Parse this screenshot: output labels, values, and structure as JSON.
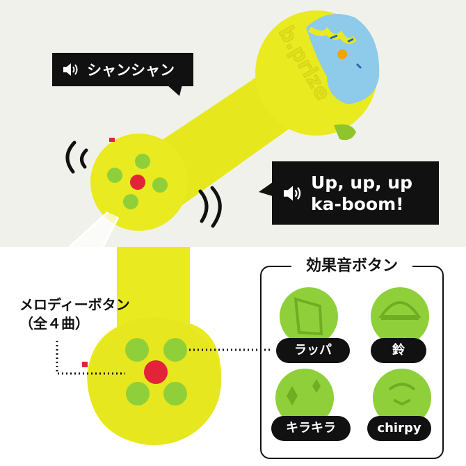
{
  "bubbles": {
    "top": {
      "text": "シャンシャン",
      "icon": "speaker-icon"
    },
    "right": {
      "line1": "Up, up, up",
      "line2": "ka-boom!",
      "icon": "speaker-icon"
    }
  },
  "toy": {
    "brand_text": "b.prize"
  },
  "melody": {
    "line1": "メロディーボタン",
    "line2": "（全４曲）"
  },
  "sfx": {
    "title": "効果音ボタン",
    "buttons": [
      {
        "label": "ラッパ",
        "icon": "trumpet-icon"
      },
      {
        "label": "鈴",
        "icon": "bell-icon"
      },
      {
        "label": "キラキラ",
        "icon": "sparkle-icon"
      },
      {
        "label": "chirpy",
        "icon": "bird-icon"
      }
    ]
  },
  "colors": {
    "toy_yellow": "#e9ea1f",
    "button_green": "#8fd03a",
    "center_red": "#e3233a",
    "dome_blue": "#8ecbea"
  }
}
